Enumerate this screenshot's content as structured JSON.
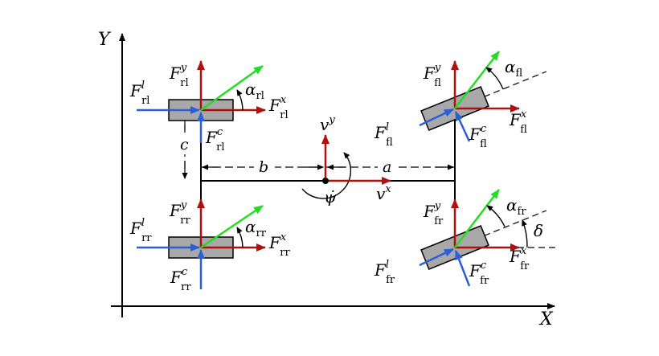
{
  "axes": {
    "x_label": "X",
    "y_label": "Y"
  },
  "dimensions": {
    "a": "a",
    "b": "b",
    "c": "c"
  },
  "vehicle": {
    "vx": {
      "base": "v",
      "sup": "x"
    },
    "vy": {
      "base": "v",
      "sup": "y"
    },
    "yaw_rate": "ψ̇",
    "steer_angle": "δ"
  },
  "wheels": {
    "rl": {
      "Fx": {
        "base": "F",
        "sup": "x",
        "sub": "rl"
      },
      "Fy": {
        "base": "F",
        "sup": "y",
        "sub": "rl"
      },
      "Fl": {
        "base": "F",
        "sup": "l",
        "sub": "rl"
      },
      "Fc": {
        "base": "F",
        "sup": "c",
        "sub": "rl"
      },
      "alpha": {
        "base": "α",
        "sub": "rl"
      }
    },
    "rr": {
      "Fx": {
        "base": "F",
        "sup": "x",
        "sub": "rr"
      },
      "Fy": {
        "base": "F",
        "sup": "y",
        "sub": "rr"
      },
      "Fl": {
        "base": "F",
        "sup": "l",
        "sub": "rr"
      },
      "Fc": {
        "base": "F",
        "sup": "c",
        "sub": "rr"
      },
      "alpha": {
        "base": "α",
        "sub": "rr"
      }
    },
    "fl": {
      "Fx": {
        "base": "F",
        "sup": "x",
        "sub": "fl"
      },
      "Fy": {
        "base": "F",
        "sup": "y",
        "sub": "fl"
      },
      "Fl": {
        "base": "F",
        "sup": "l",
        "sub": "fl"
      },
      "Fc": {
        "base": "F",
        "sup": "c",
        "sub": "fl"
      },
      "alpha": {
        "base": "α",
        "sub": "fl"
      }
    },
    "fr": {
      "Fx": {
        "base": "F",
        "sup": "x",
        "sub": "fr"
      },
      "Fy": {
        "base": "F",
        "sup": "y",
        "sub": "fr"
      },
      "Fl": {
        "base": "F",
        "sup": "l",
        "sub": "fr"
      },
      "Fc": {
        "base": "F",
        "sup": "c",
        "sub": "fr"
      },
      "alpha": {
        "base": "α",
        "sub": "fr"
      }
    }
  },
  "colors": {
    "longitudinal_force": "#b01010",
    "lateral_force": "#b01010",
    "wheel_force": "#2a5fd8",
    "velocity_dir": "#22dd22",
    "tire_fill": "#a8a8a8",
    "axis": "#000000"
  }
}
